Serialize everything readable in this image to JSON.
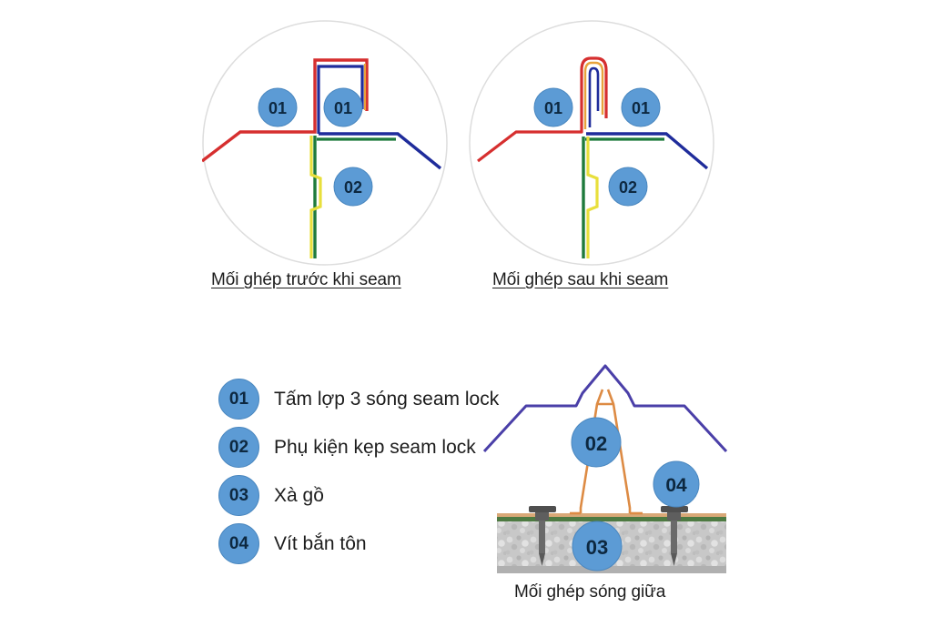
{
  "figure": {
    "title_visible": false,
    "details": [
      {
        "id": "before-seam",
        "caption": "Mối ghép trước khi seam",
        "badges": [
          {
            "label": "01",
            "role": "panel-left"
          },
          {
            "label": "01",
            "role": "panel-right"
          },
          {
            "label": "02",
            "role": "clip"
          }
        ]
      },
      {
        "id": "after-seam",
        "caption": "Mối ghép sau khi seam",
        "badges": [
          {
            "label": "01",
            "role": "panel-left"
          },
          {
            "label": "01",
            "role": "panel-right"
          },
          {
            "label": "02",
            "role": "clip"
          }
        ]
      }
    ],
    "assembly": {
      "caption": "Mối ghép sóng giữa",
      "badges": [
        {
          "label": "02",
          "role": "seam-clip"
        },
        {
          "label": "03",
          "role": "purlin"
        },
        {
          "label": "04",
          "role": "screw"
        }
      ]
    },
    "legend": [
      {
        "number": "01",
        "label": "Tấm lợp 3 sóng seam lock"
      },
      {
        "number": "02",
        "label": "Phụ kiện kẹp seam lock"
      },
      {
        "number": "03",
        "label": "Xà gồ"
      },
      {
        "number": "04",
        "label": "Vít bắn tôn"
      }
    ]
  },
  "colors": {
    "badge_fill": "#5C9BD5",
    "badge_stroke": "#4A87BF",
    "badge_text": "#0d2840",
    "panel_red": "#D62F2F",
    "panel_navy": "#1F2C9B",
    "panel_green": "#1E7A3C",
    "clip_yellow": "#E8DF3C",
    "clip_orange": "#E08A3C",
    "panel_purple": "#4A3FA8",
    "circle_outline": "#D9D9D9",
    "concrete": "#C9C9C9",
    "screw_gray": "#5A5A5A",
    "purlin_green": "#4E7A42"
  }
}
